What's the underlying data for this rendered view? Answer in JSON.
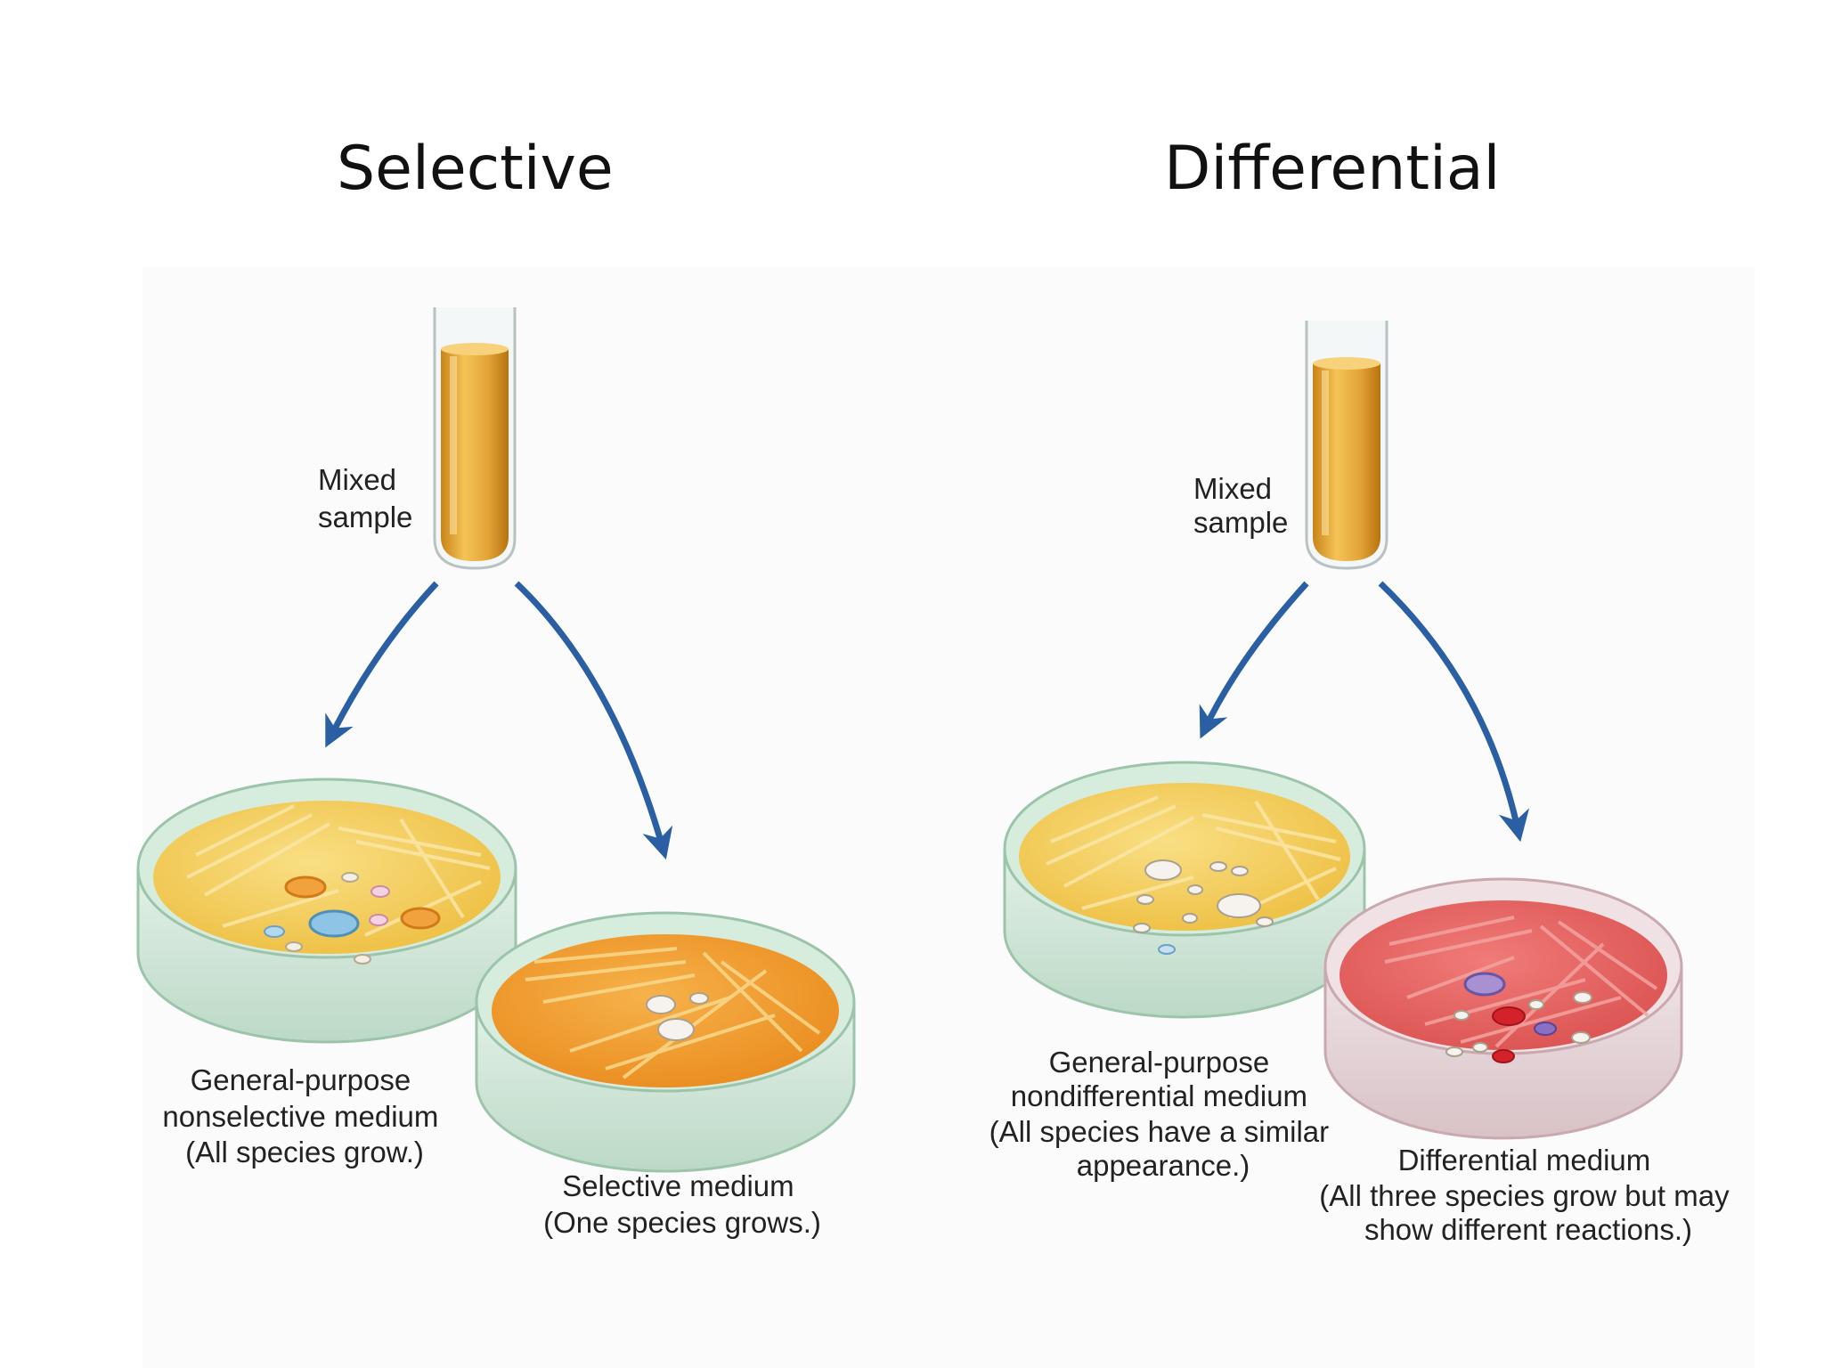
{
  "panels": [
    {
      "title": "Selective",
      "sample_label": [
        "Mixed",
        "sample"
      ],
      "left_plate_label": [
        "General-purpose",
        "nonselective medium",
        "(All species grow.)"
      ],
      "right_plate_label": [
        "Selective medium",
        "(One species grows.)"
      ]
    },
    {
      "title": "Differential",
      "sample_label": [
        "Mixed",
        "sample"
      ],
      "left_plate_label": [
        "General-purpose",
        "nondifferential medium",
        "(All species have a similar",
        "appearance.)"
      ],
      "right_plate_label": [
        "Differential medium",
        "(All three species grow but may",
        "show different reactions.)"
      ]
    }
  ],
  "colors": {
    "arrow": "#2b5fa3",
    "broth": "#e8a83a",
    "yellow_agar": "#f3cd5a",
    "orange_agar": "#ef9a2c",
    "red_agar": "#e06060",
    "plate_glass": "#cfe6d6"
  }
}
